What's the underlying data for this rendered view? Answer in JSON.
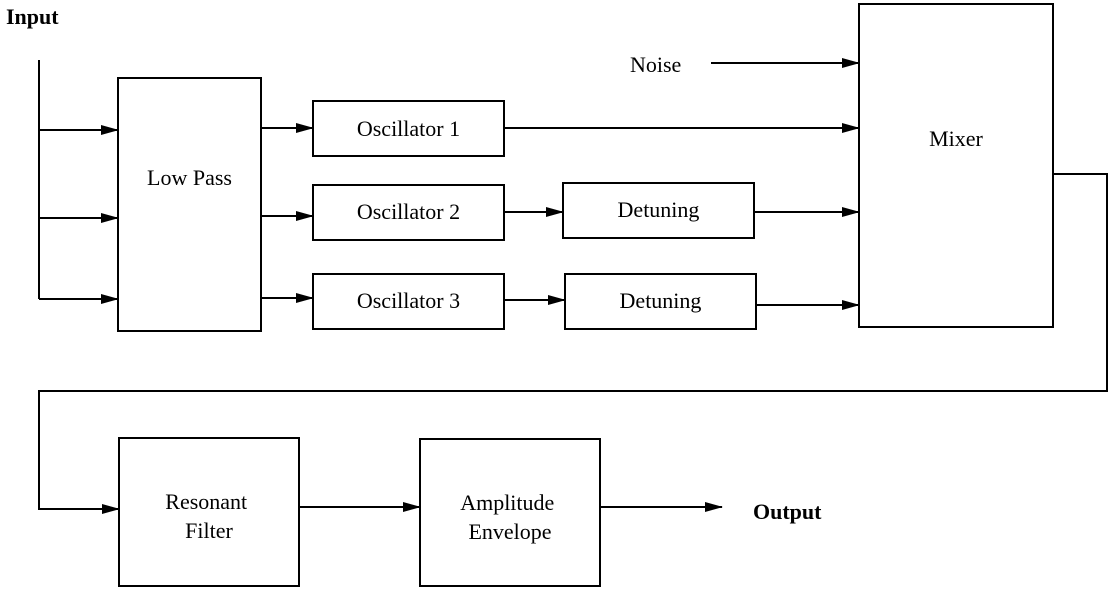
{
  "io": {
    "input": "Input",
    "output": "Output",
    "noise": "Noise"
  },
  "blocks": {
    "low_pass": "Low Pass",
    "oscillator_1": "Oscillator 1",
    "oscillator_2": "Oscillator 2",
    "oscillator_3": "Oscillator 3",
    "detuning_2": "Detuning",
    "detuning_3": "Detuning",
    "mixer": "Mixer",
    "resonant_filter": [
      "Resonant",
      "Filter"
    ],
    "amplitude_envelope": [
      "Amplitude",
      "Envelope"
    ]
  }
}
